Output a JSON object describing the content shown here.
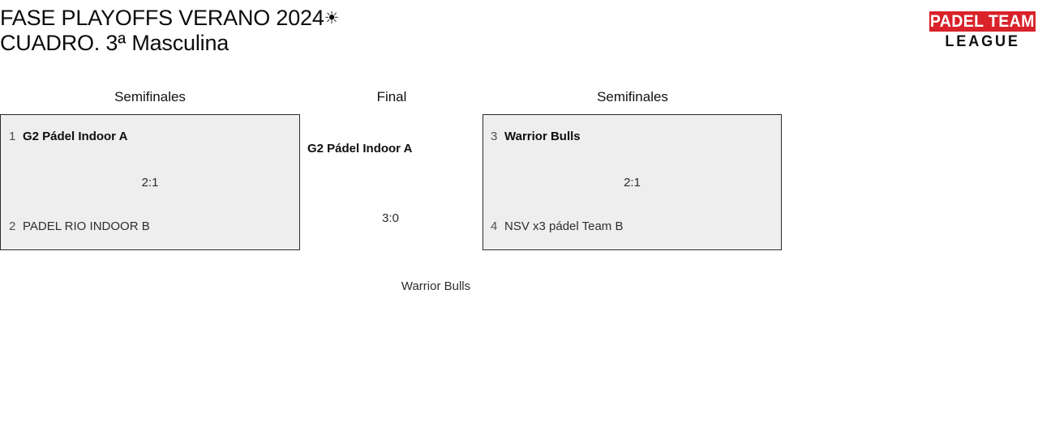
{
  "header": {
    "title_line1": "FASE PLAYOFFS VERANO 2024",
    "sun_icon": "☀",
    "title_line2": "CUADRO. 3ª Masculina",
    "logo": {
      "banner_text": "PADEL TEAM",
      "sub_text": "LEAGUE",
      "banner_color": "#d9222a",
      "banner_text_color": "#ffffff",
      "sub_text_color": "#101010"
    }
  },
  "bracket": {
    "colors": {
      "box_background": "#eeeeee",
      "box_border": "#2b2b2b",
      "winner_text": "#0e0e0e",
      "loser_text": "#2e2e2e",
      "seed_text": "#4e4e4e"
    },
    "rounds": [
      {
        "id": "semifinal-left",
        "label": "Semifinales",
        "score": "2:1",
        "teams": [
          {
            "seed": "1",
            "name": "G2 Pádel Indoor A",
            "result": "winner"
          },
          {
            "seed": "2",
            "name": "PADEL RIO INDOOR B",
            "result": "loser"
          }
        ]
      },
      {
        "id": "final",
        "label": "Final",
        "score": "3:0",
        "teams": [
          {
            "seed": "",
            "name": "G2 Pádel Indoor A",
            "result": "winner"
          },
          {
            "seed": "",
            "name": "Warrior Bulls",
            "result": "loser"
          }
        ]
      },
      {
        "id": "semifinal-right",
        "label": "Semifinales",
        "score": "2:1",
        "teams": [
          {
            "seed": "3",
            "name": "Warrior Bulls",
            "result": "winner"
          },
          {
            "seed": "4",
            "name": "NSV x3 pádel Team B",
            "result": "loser"
          }
        ]
      }
    ]
  }
}
